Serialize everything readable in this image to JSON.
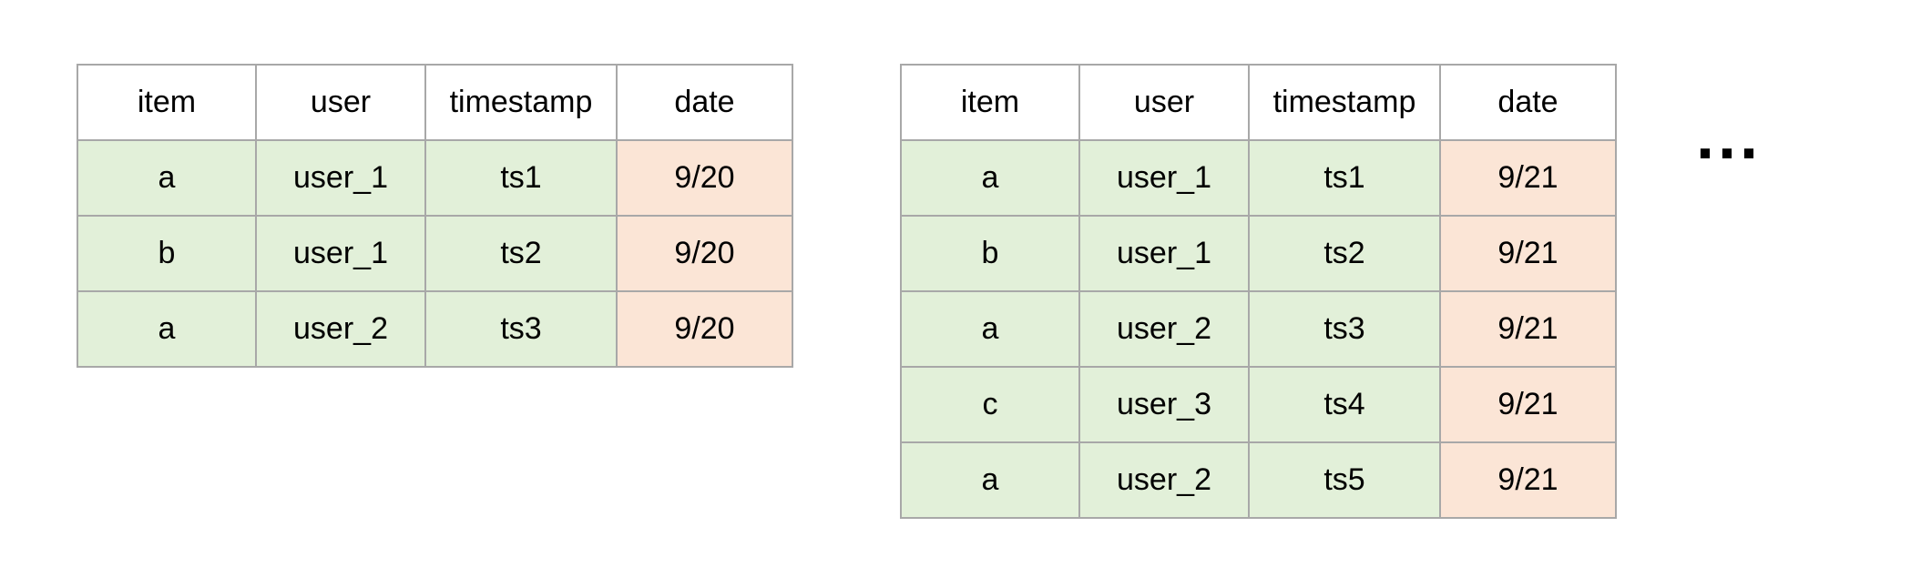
{
  "columns": [
    "item",
    "user",
    "timestamp",
    "date"
  ],
  "tables": [
    {
      "rows": [
        [
          "a",
          "user_1",
          "ts1",
          "9/20"
        ],
        [
          "b",
          "user_1",
          "ts2",
          "9/20"
        ],
        [
          "a",
          "user_2",
          "ts3",
          "9/20"
        ]
      ]
    },
    {
      "rows": [
        [
          "a",
          "user_1",
          "ts1",
          "9/21"
        ],
        [
          "b",
          "user_1",
          "ts2",
          "9/21"
        ],
        [
          "a",
          "user_2",
          "ts3",
          "9/21"
        ],
        [
          "c",
          "user_3",
          "ts4",
          "9/21"
        ],
        [
          "a",
          "user_2",
          "ts5",
          "9/21"
        ]
      ]
    }
  ],
  "ellipsis": "...",
  "colors": {
    "data_cell": "#e2f0d9",
    "date_cell": "#fbe5d6",
    "border": "#a8a8a8"
  }
}
